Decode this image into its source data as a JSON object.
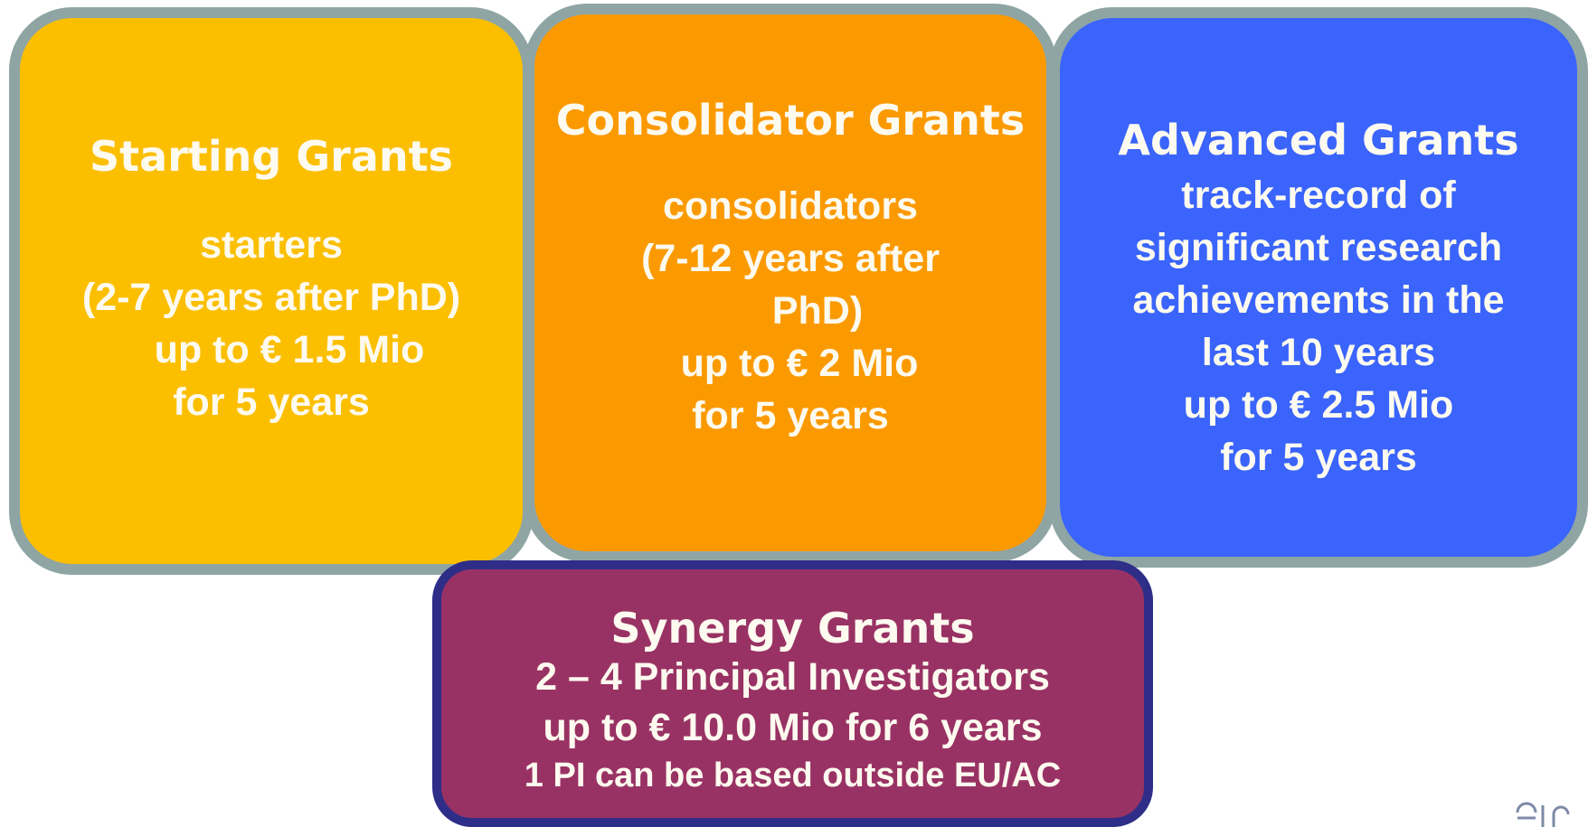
{
  "cards": {
    "starting": {
      "title": "Starting Grants",
      "lines": [
        "starters",
        "(2-7 years after PhD)",
        "up to € 1.5 Mio",
        "for 5 years"
      ],
      "background": "#fbbf00"
    },
    "consolidator": {
      "title": "Consolidator Grants",
      "lines": [
        "consolidators",
        "(7-12 years after",
        "PhD)",
        "up to € 2 Mio",
        "for 5 years"
      ],
      "background": "#fb9a00"
    },
    "advanced": {
      "title": "Advanced Grants",
      "lines": [
        "track-record of",
        "significant research",
        "achievements in the",
        "last 10 years",
        "up to € 2.5 Mio",
        "for 5 years"
      ],
      "background": "#3a64fb"
    },
    "synergy": {
      "title": "Synergy Grants",
      "lines": [
        "2 – 4 Principal Investigators",
        "up to € 10.0 Mio for 6 years",
        "1 PI can be based outside EU/AC"
      ],
      "background": "#993264"
    }
  },
  "colors": {
    "card_border": "#8fa5a4",
    "synergy_border": "#2e2e88",
    "text": "#fdfaf0"
  }
}
